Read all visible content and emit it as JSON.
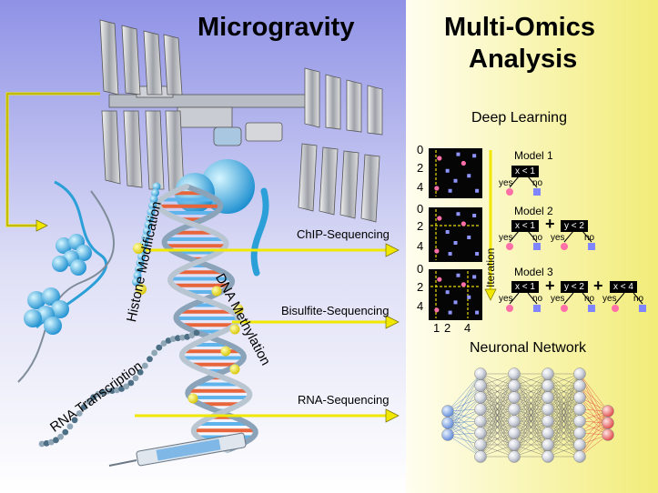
{
  "left_panel": {
    "title": "Microgravity",
    "modifications": [
      {
        "label": "Histone Modification",
        "method": "ChIP-Sequencing"
      },
      {
        "label": "DNA Methylation",
        "method": "Bisulfite-Sequencing"
      },
      {
        "label": "RNA Transcription",
        "method": "RNA-Sequencing"
      }
    ]
  },
  "right_panel": {
    "title_line1": "Multi-Omics",
    "title_line2": "Analysis",
    "deep_learning": "Deep Learning",
    "iteration": "Iteration",
    "neuronal_network": "Neuronal Network",
    "axis_y_ticks": [
      "0",
      "2",
      "4"
    ],
    "axis_x_ticks": [
      "1",
      "2",
      "4"
    ],
    "models": [
      {
        "name": "Model 1",
        "conditions": [
          "x < 1"
        ]
      },
      {
        "name": "Model 2",
        "conditions": [
          "x < 1",
          "y < 2"
        ]
      },
      {
        "name": "Model 3",
        "conditions": [
          "x < 1",
          "y < 2",
          "x < 4"
        ]
      }
    ],
    "branch_yes": "yes",
    "branch_no": "no",
    "plus": "+"
  },
  "colors": {
    "sky_top": "#8f92e6",
    "panel_yellow": "#f3ee7a",
    "arrow_yellow": "#f5ee10",
    "dna_blue": "#2a9fd8",
    "network_blue": "#3d73c9",
    "network_red": "#e23a3a"
  }
}
